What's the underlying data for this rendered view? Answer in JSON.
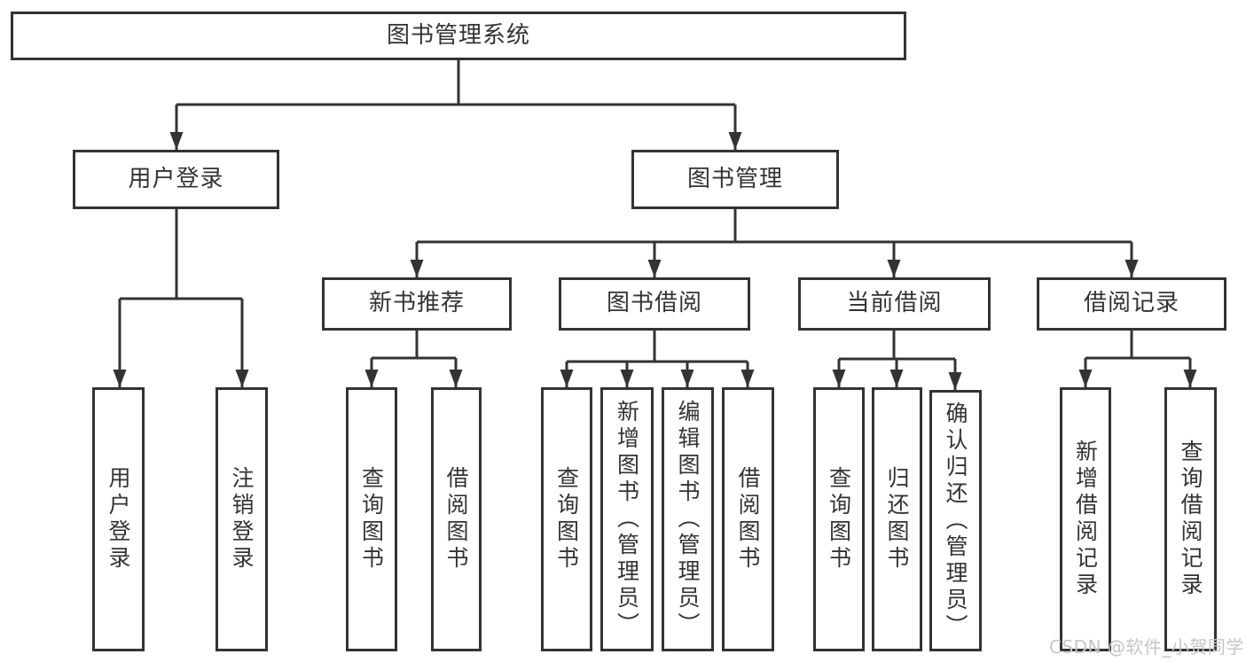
{
  "colors": {
    "line": "#333333",
    "text": "#333333",
    "box_bg": "#ffffff",
    "watermark": "#c6c6c6"
  },
  "watermark": {
    "text": "CSDN @软件_小贺同学"
  },
  "diagram": {
    "root": {
      "label": "图书管理系统"
    },
    "branches": [
      {
        "label": "用户登录",
        "children": [
          {
            "label": "用户登录"
          },
          {
            "label": "注销登录"
          }
        ]
      },
      {
        "label": "图书管理",
        "children": [
          {
            "label": "新书推荐",
            "children": [
              {
                "label": "查询图书"
              },
              {
                "label": "借阅图书"
              }
            ]
          },
          {
            "label": "图书借阅",
            "children": [
              {
                "label": "查询图书"
              },
              {
                "label": "新增图书（管理员）"
              },
              {
                "label": "编辑图书（管理员）"
              },
              {
                "label": "借阅图书"
              }
            ]
          },
          {
            "label": "当前借阅",
            "children": [
              {
                "label": "查询图书"
              },
              {
                "label": "归还图书"
              },
              {
                "label": "确认归还（管理员）"
              }
            ]
          },
          {
            "label": "借阅记录",
            "children": [
              {
                "label": "新增借阅记录"
              },
              {
                "label": "查询借阅记录"
              }
            ]
          }
        ]
      }
    ]
  }
}
